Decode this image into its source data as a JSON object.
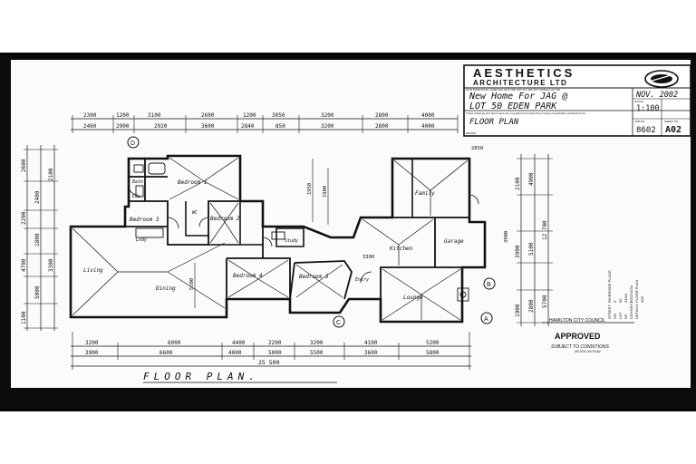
{
  "title_block": {
    "company_line1": "AESTHETICS",
    "company_line2": "ARCHITECTURE LTD",
    "address": "18-20 RIVER ROAD, HAMILTON   PH 07 855 3997  FAX 855 3977  MOB 021 227 556",
    "project_line1": "New Home For JAG @",
    "project_line2": "LOT 50 EDEN PARK",
    "date": "NOV. 2002",
    "scale_label": "SCALE",
    "scale": "1:100",
    "drawing_title": "FLOOR PLAN",
    "job_label": "JOB NO.",
    "job_no": "8602",
    "sheet_label": "SHEET NO.",
    "sheet_no": "A02",
    "drawn_label": "DRAWN",
    "fine_print": "These drawings and documents are copyright and remain the property of aesthetics architecture ltd."
  },
  "caption": "FLOOR PLAN.",
  "rooms": {
    "bedroom1": "Bedroom 1",
    "bedroom2": "Bedroom 2",
    "bedroom3": "Bedroom 3",
    "bedroom4": "Bedroom 4",
    "bedroom5": "Bedroom 5",
    "bath": "Bath",
    "ensuite": "Ens",
    "laundry": "Lndy",
    "wc": "WC",
    "living": "Living",
    "dining": "Dining",
    "kitchen": "Kitchen",
    "family": "Family",
    "lounge": "Lounge",
    "garage": "Garage",
    "study": "Study",
    "entry": "Entry"
  },
  "grid_markers": {
    "a": "A",
    "b": "B",
    "c": "C",
    "d": "D"
  },
  "dimensions": {
    "top_row1": [
      "2300",
      "1200",
      "3100",
      "2600",
      "1200",
      "3050",
      "3200",
      "2800",
      "4000"
    ],
    "top_row2": [
      "2460",
      "2900",
      "2920",
      "3600",
      "2840",
      "850",
      "3200",
      "2800",
      "4000"
    ],
    "bottom_row1": [
      "3200",
      "6000",
      "4400",
      "2200",
      "3200",
      "4100",
      "5200"
    ],
    "bottom_row2": [
      "3900",
      "6600",
      "4000",
      "5000",
      "5500",
      "3600",
      "5800"
    ],
    "overall": "25 500",
    "left": [
      "2600",
      "2400",
      "2200",
      "1800",
      "2100",
      "4700",
      "3300",
      "5000",
      "1100"
    ],
    "right": [
      "2100",
      "4900",
      "3900",
      "5100",
      "1900",
      "2800",
      "12 700",
      "5700"
    ],
    "inner": [
      "1950",
      "1900",
      "5100",
      "3900",
      "2850",
      "3300"
    ]
  },
  "council": {
    "header": "HAMILTON CITY COUNCIL",
    "stamp": "APPROVED",
    "subject": "SUBJECT TO CONDITIONS",
    "sub2": "NOTED ON PLAN"
  },
  "property": {
    "street_label": "STREET",
    "street": "RIVERSIDE PLACE",
    "no_label": "NO",
    "no": "5",
    "lot_label": "LOT",
    "lot": "50",
    "dp_label": "DP",
    "dp": "549/4",
    "consent_label": "CONSENT",
    "consent": "2002/1234",
    "detail_label": "DETAILS",
    "detail": "FLOOR PLAN",
    "sheet_ref": "A02"
  }
}
